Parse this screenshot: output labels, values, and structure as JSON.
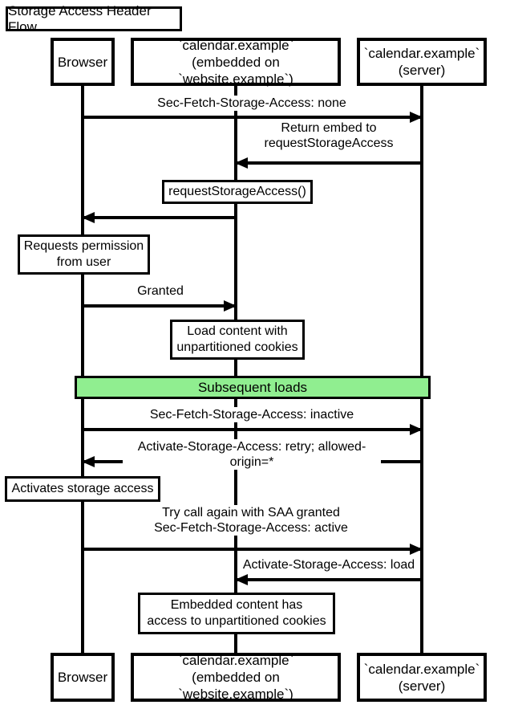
{
  "title": "Storage Access Header Flow",
  "participants": {
    "browser": "Browser",
    "embedded": "`calendar.example`\n(embedded on `website.example`)",
    "server": "`calendar.example`\n(server)"
  },
  "messages": {
    "sec_fetch_none": "Sec-Fetch-Storage-Access: none",
    "return_embed": "Return embed to\nrequestStorageAccess",
    "granted": "Granted",
    "sec_fetch_inactive": "Sec-Fetch-Storage-Access: inactive",
    "activate_retry": "Activate-Storage-Access: retry; allowed-origin=*",
    "try_again": "Try call again with SAA granted\nSec-Fetch-Storage-Access: active",
    "activate_load": "Activate-Storage-Access: load"
  },
  "notes": {
    "request_storage_access": "requestStorageAccess()",
    "requests_permission": "Requests permission\nfrom user",
    "load_content": "Load content with\nunpartitioned cookies",
    "activates_storage": "Activates storage access",
    "embedded_access": "Embedded content has\naccess to unpartitioned cookies"
  },
  "banner": {
    "label": "Subsequent loads",
    "color": "#90ee90"
  },
  "colors": {
    "line": "#000000",
    "background": "#ffffff"
  }
}
